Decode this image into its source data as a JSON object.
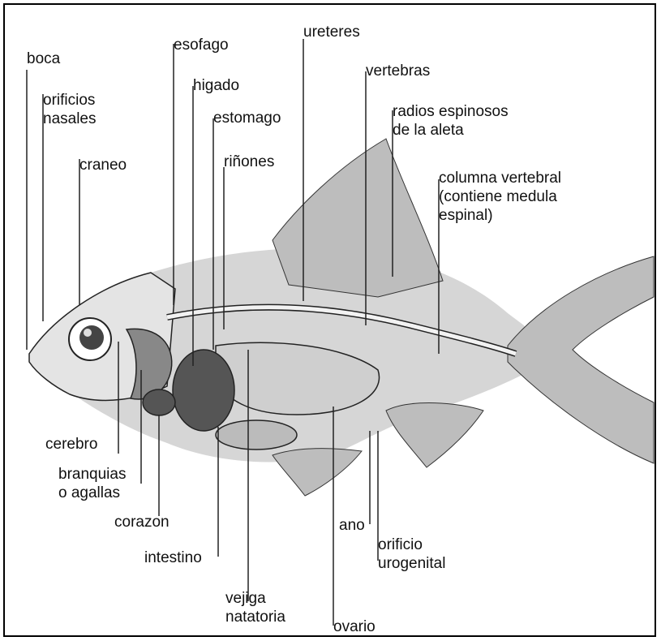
{
  "labels": {
    "boca": "boca",
    "orificios_nasales": "orificios\nnasales",
    "craneo": "craneo",
    "esofago": "esofago",
    "higado": "higado",
    "estomago": "estomago",
    "rinones": "riñones",
    "ureteres": "ureteres",
    "vertebras": "vertebras",
    "radios_espinosos": "radios espinosos\nde la aleta",
    "columna_vertebral": "columna vertebral\n(contiene medula\nespinal)",
    "cerebro": "cerebro",
    "branquias": "branquias\no agallas",
    "corazon": "corazon",
    "intestino": "intestino",
    "vejiga_natatoria": "vejiga\nnatatoria",
    "ovario": "ovario",
    "ano": "ano",
    "orificio_urogenital": "orificio\nurogenital"
  },
  "colors": {
    "silhouette": "#d6d6d6",
    "organ_dark": "#555555",
    "organ_mid": "#8a8a8a",
    "bone": "#f2f2f2",
    "line": "#222222"
  }
}
